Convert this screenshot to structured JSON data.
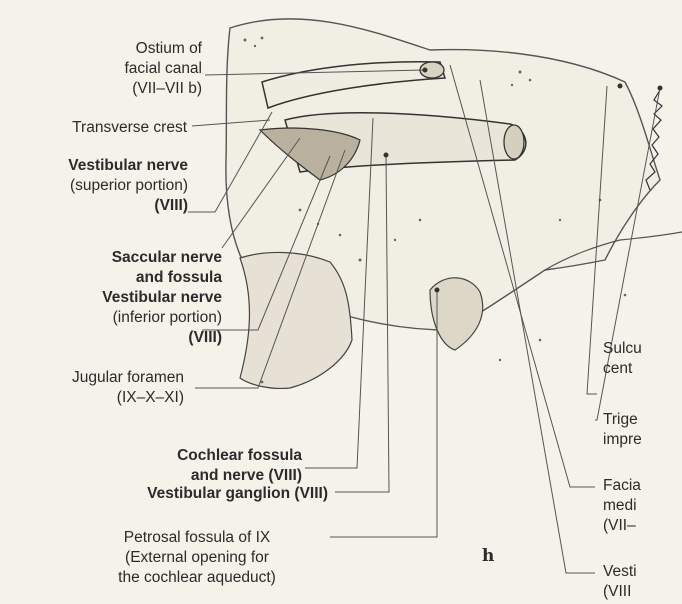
{
  "figure": {
    "panel_letter": "h",
    "labels_left": [
      {
        "id": "ostium",
        "lines": [
          "Ostium of",
          "facial canal",
          "(VII–VII b)"
        ],
        "bold": [
          false,
          false,
          false
        ]
      },
      {
        "id": "transverse-crest",
        "lines": [
          "Transverse crest"
        ],
        "bold": [
          false
        ]
      },
      {
        "id": "vestibular-superior",
        "lines": [
          "Vestibular nerve",
          "(superior portion)",
          "(VIII)"
        ],
        "bold": [
          true,
          false,
          true
        ]
      },
      {
        "id": "saccular",
        "lines": [
          "Saccular nerve",
          "and fossula",
          "Vestibular nerve",
          "(inferior portion)",
          "(VIII)"
        ],
        "bold": [
          true,
          true,
          true,
          false,
          true
        ]
      },
      {
        "id": "jugular",
        "lines": [
          "Jugular foramen",
          "(IX–X–XI)"
        ],
        "bold": [
          false,
          false
        ]
      },
      {
        "id": "cochlear",
        "lines": [
          "Cochlear fossula",
          "and nerve (VIII)"
        ],
        "bold": [
          true,
          true
        ]
      },
      {
        "id": "vestibular-ganglion",
        "lines": [
          "Vestibular ganglion (VIII)"
        ],
        "bold": [
          true
        ]
      },
      {
        "id": "petrosal",
        "lines": [
          "Petrosal fossula of IX",
          "(External opening for",
          "the cochlear aqueduct)"
        ],
        "bold": [
          false,
          false,
          false
        ]
      }
    ],
    "labels_right": [
      {
        "id": "sulcus",
        "lines": [
          "Sulcu",
          "cent"
        ]
      },
      {
        "id": "trigeminal",
        "lines": [
          "Trige",
          "impre"
        ]
      },
      {
        "id": "facial-medial",
        "lines": [
          "Facia",
          "medi",
          "(VII–"
        ]
      },
      {
        "id": "vestibular-right",
        "lines": [
          "Vesti",
          "(VIII"
        ]
      }
    ]
  }
}
